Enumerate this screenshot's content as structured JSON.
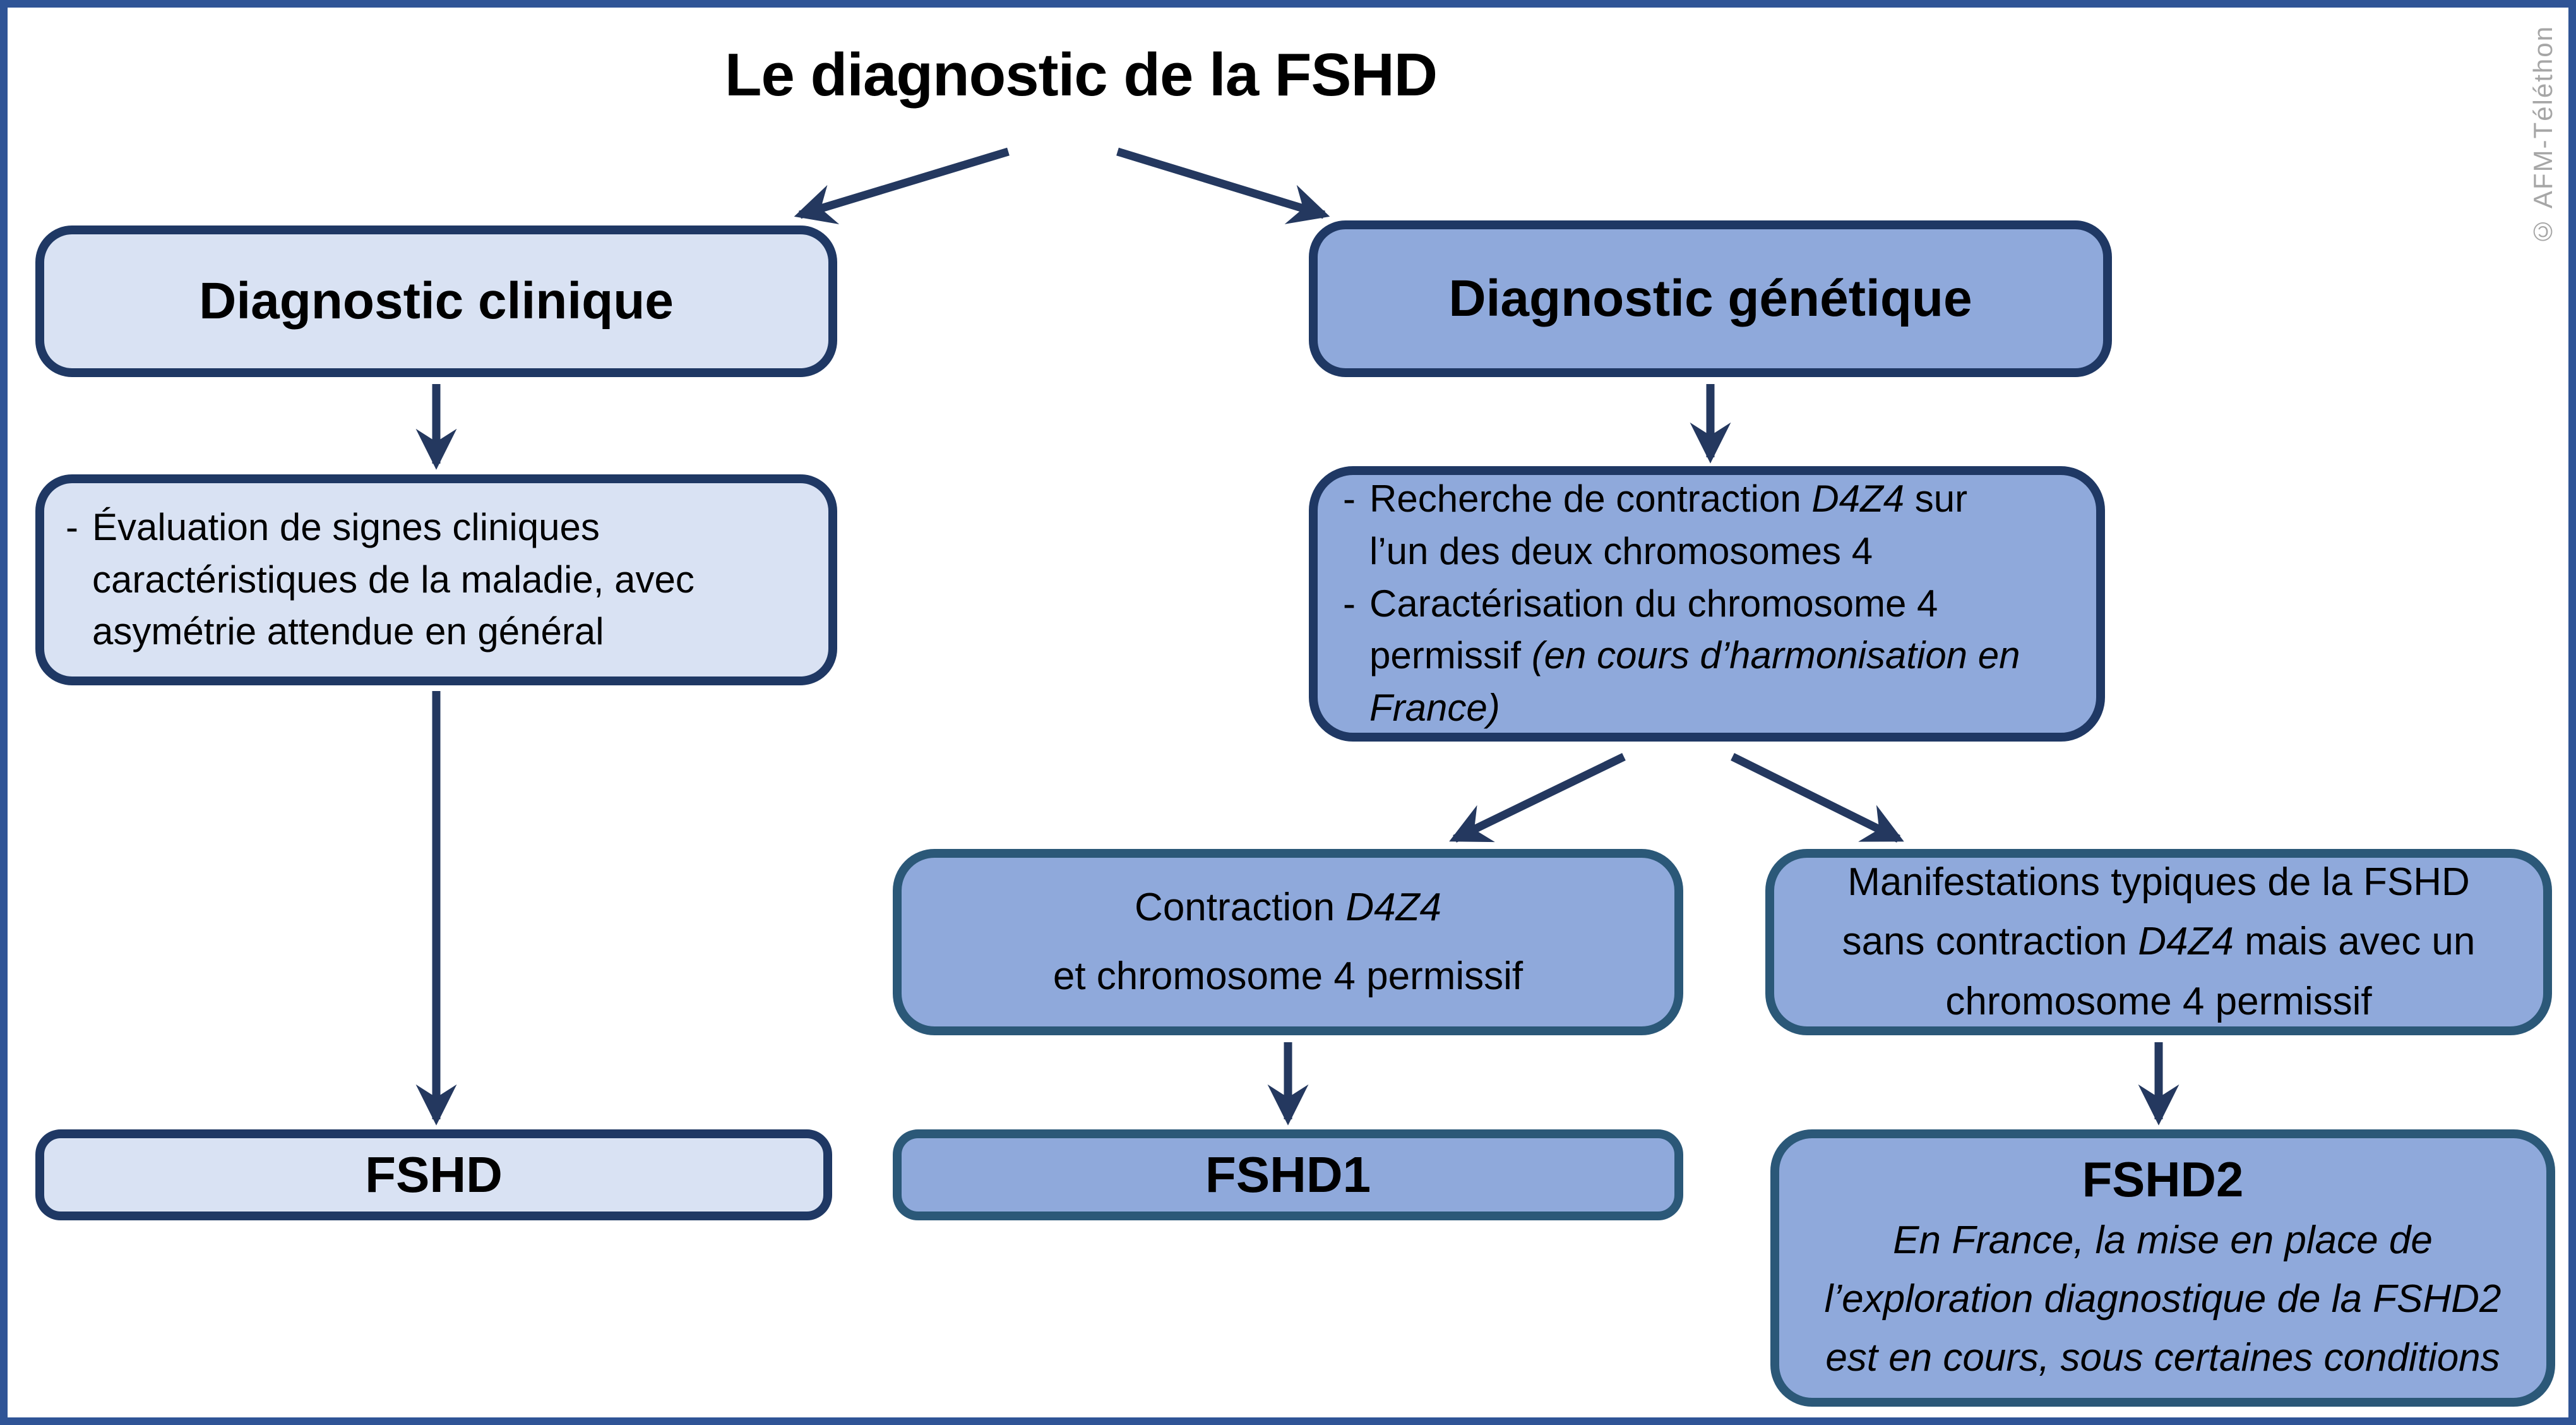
{
  "title": "Le diagnostic de la FSHD",
  "watermark": "© AFM-Téléthon",
  "colors": {
    "frame": "#2f5496",
    "box_border": "#1f3864",
    "sub_box_border": "#2b5878",
    "light_fill": "#d9e2f3",
    "blue_fill": "#8fa9db",
    "arrow": "#24385f",
    "watermark_gray": "#a6a6a6",
    "text": "#000000"
  },
  "left_branch": {
    "header": "Diagnostic clinique",
    "detail": {
      "dash": "-",
      "lines": [
        {
          "pre": "Évaluation de signes cliniques",
          "it": "",
          "post": ""
        },
        {
          "pre": "caractéristiques de la maladie, avec",
          "it": "",
          "post": ""
        },
        {
          "pre": "asymétrie attendue en général",
          "it": "",
          "post": ""
        }
      ]
    },
    "result": "FSHD"
  },
  "right_branch": {
    "header": "Diagnostic génétique",
    "detail": {
      "items": [
        {
          "dash": "-",
          "lines": [
            {
              "pre": "Recherche de contraction ",
              "it": "D4Z4",
              "post": " sur"
            },
            {
              "pre": "l’un des deux chromosomes 4",
              "it": "",
              "post": ""
            }
          ]
        },
        {
          "dash": "-",
          "lines": [
            {
              "pre": "Caractérisation du chromosome 4",
              "it": "",
              "post": ""
            },
            {
              "pre": "permissif ",
              "it": "(en cours d’harmonisation en",
              "post": ""
            },
            {
              "pre": "",
              "it": "France)",
              "post": ""
            }
          ]
        }
      ]
    },
    "outcome_contraction": {
      "lines": [
        {
          "pre": "Contraction ",
          "it": "D4Z4",
          "post": ""
        },
        {
          "pre": "et chromosome 4 permissif",
          "it": "",
          "post": ""
        }
      ]
    },
    "outcome_manifestations": {
      "lines": [
        {
          "pre": "Manifestations typiques de la FSHD",
          "it": "",
          "post": ""
        },
        {
          "pre": "sans contraction ",
          "it": "D4Z4",
          "post": " mais avec un"
        },
        {
          "pre": "chromosome 4 permissif",
          "it": "",
          "post": ""
        }
      ]
    },
    "result_fshd1": "FSHD1",
    "result_fshd2": {
      "title": "FSHD2",
      "note_lines": [
        "En France, la mise en place de",
        "l’exploration diagnostique de la FSHD2",
        "est en cours, sous certaines conditions"
      ]
    }
  }
}
